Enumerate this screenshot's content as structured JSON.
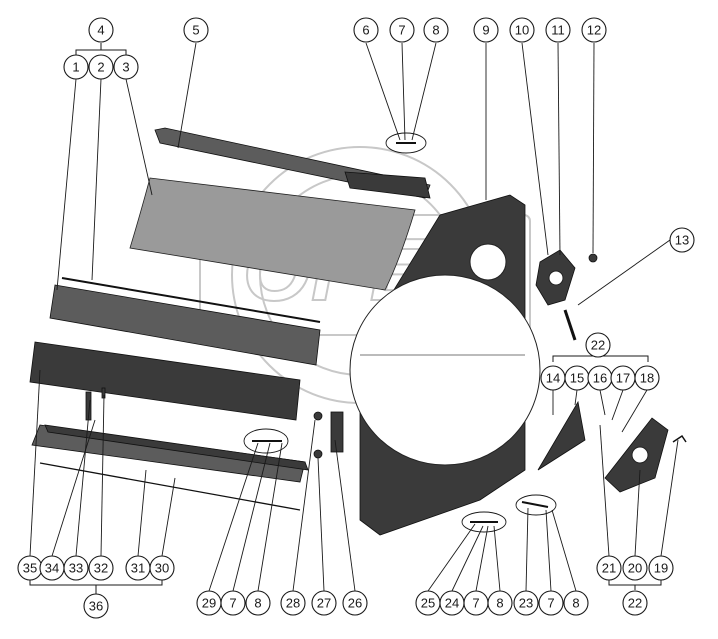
{
  "watermark": {
    "text": "OPEX",
    "color": "#c8c8c8"
  },
  "callouts": {
    "c1": "1",
    "c2": "2",
    "c3": "3",
    "c4": "4",
    "c5": "5",
    "c6": "6",
    "c7a": "7",
    "c8a": "8",
    "c9": "9",
    "c10": "10",
    "c11": "11",
    "c12": "12",
    "c13": "13",
    "c14": "14",
    "c15": "15",
    "c16": "16",
    "c17": "17",
    "c18": "18",
    "c19": "19",
    "c20": "20",
    "c21": "21",
    "c22a": "22",
    "c22b": "22",
    "c23": "23",
    "c24": "24",
    "c25": "25",
    "c26": "26",
    "c27": "27",
    "c28": "28",
    "c29": "29",
    "c7b": "7",
    "c8b": "8",
    "c7c": "7",
    "c8c": "8",
    "c7d": "7",
    "c8d": "8",
    "c30": "30",
    "c31": "31",
    "c32": "32",
    "c33": "33",
    "c34": "34",
    "c35": "35",
    "c36": "36"
  },
  "colors": {
    "line": "#1a1a1a",
    "part_dark": "#3a3a3a",
    "part_mid": "#5c5c5c",
    "part_light": "#9a9a9a"
  }
}
